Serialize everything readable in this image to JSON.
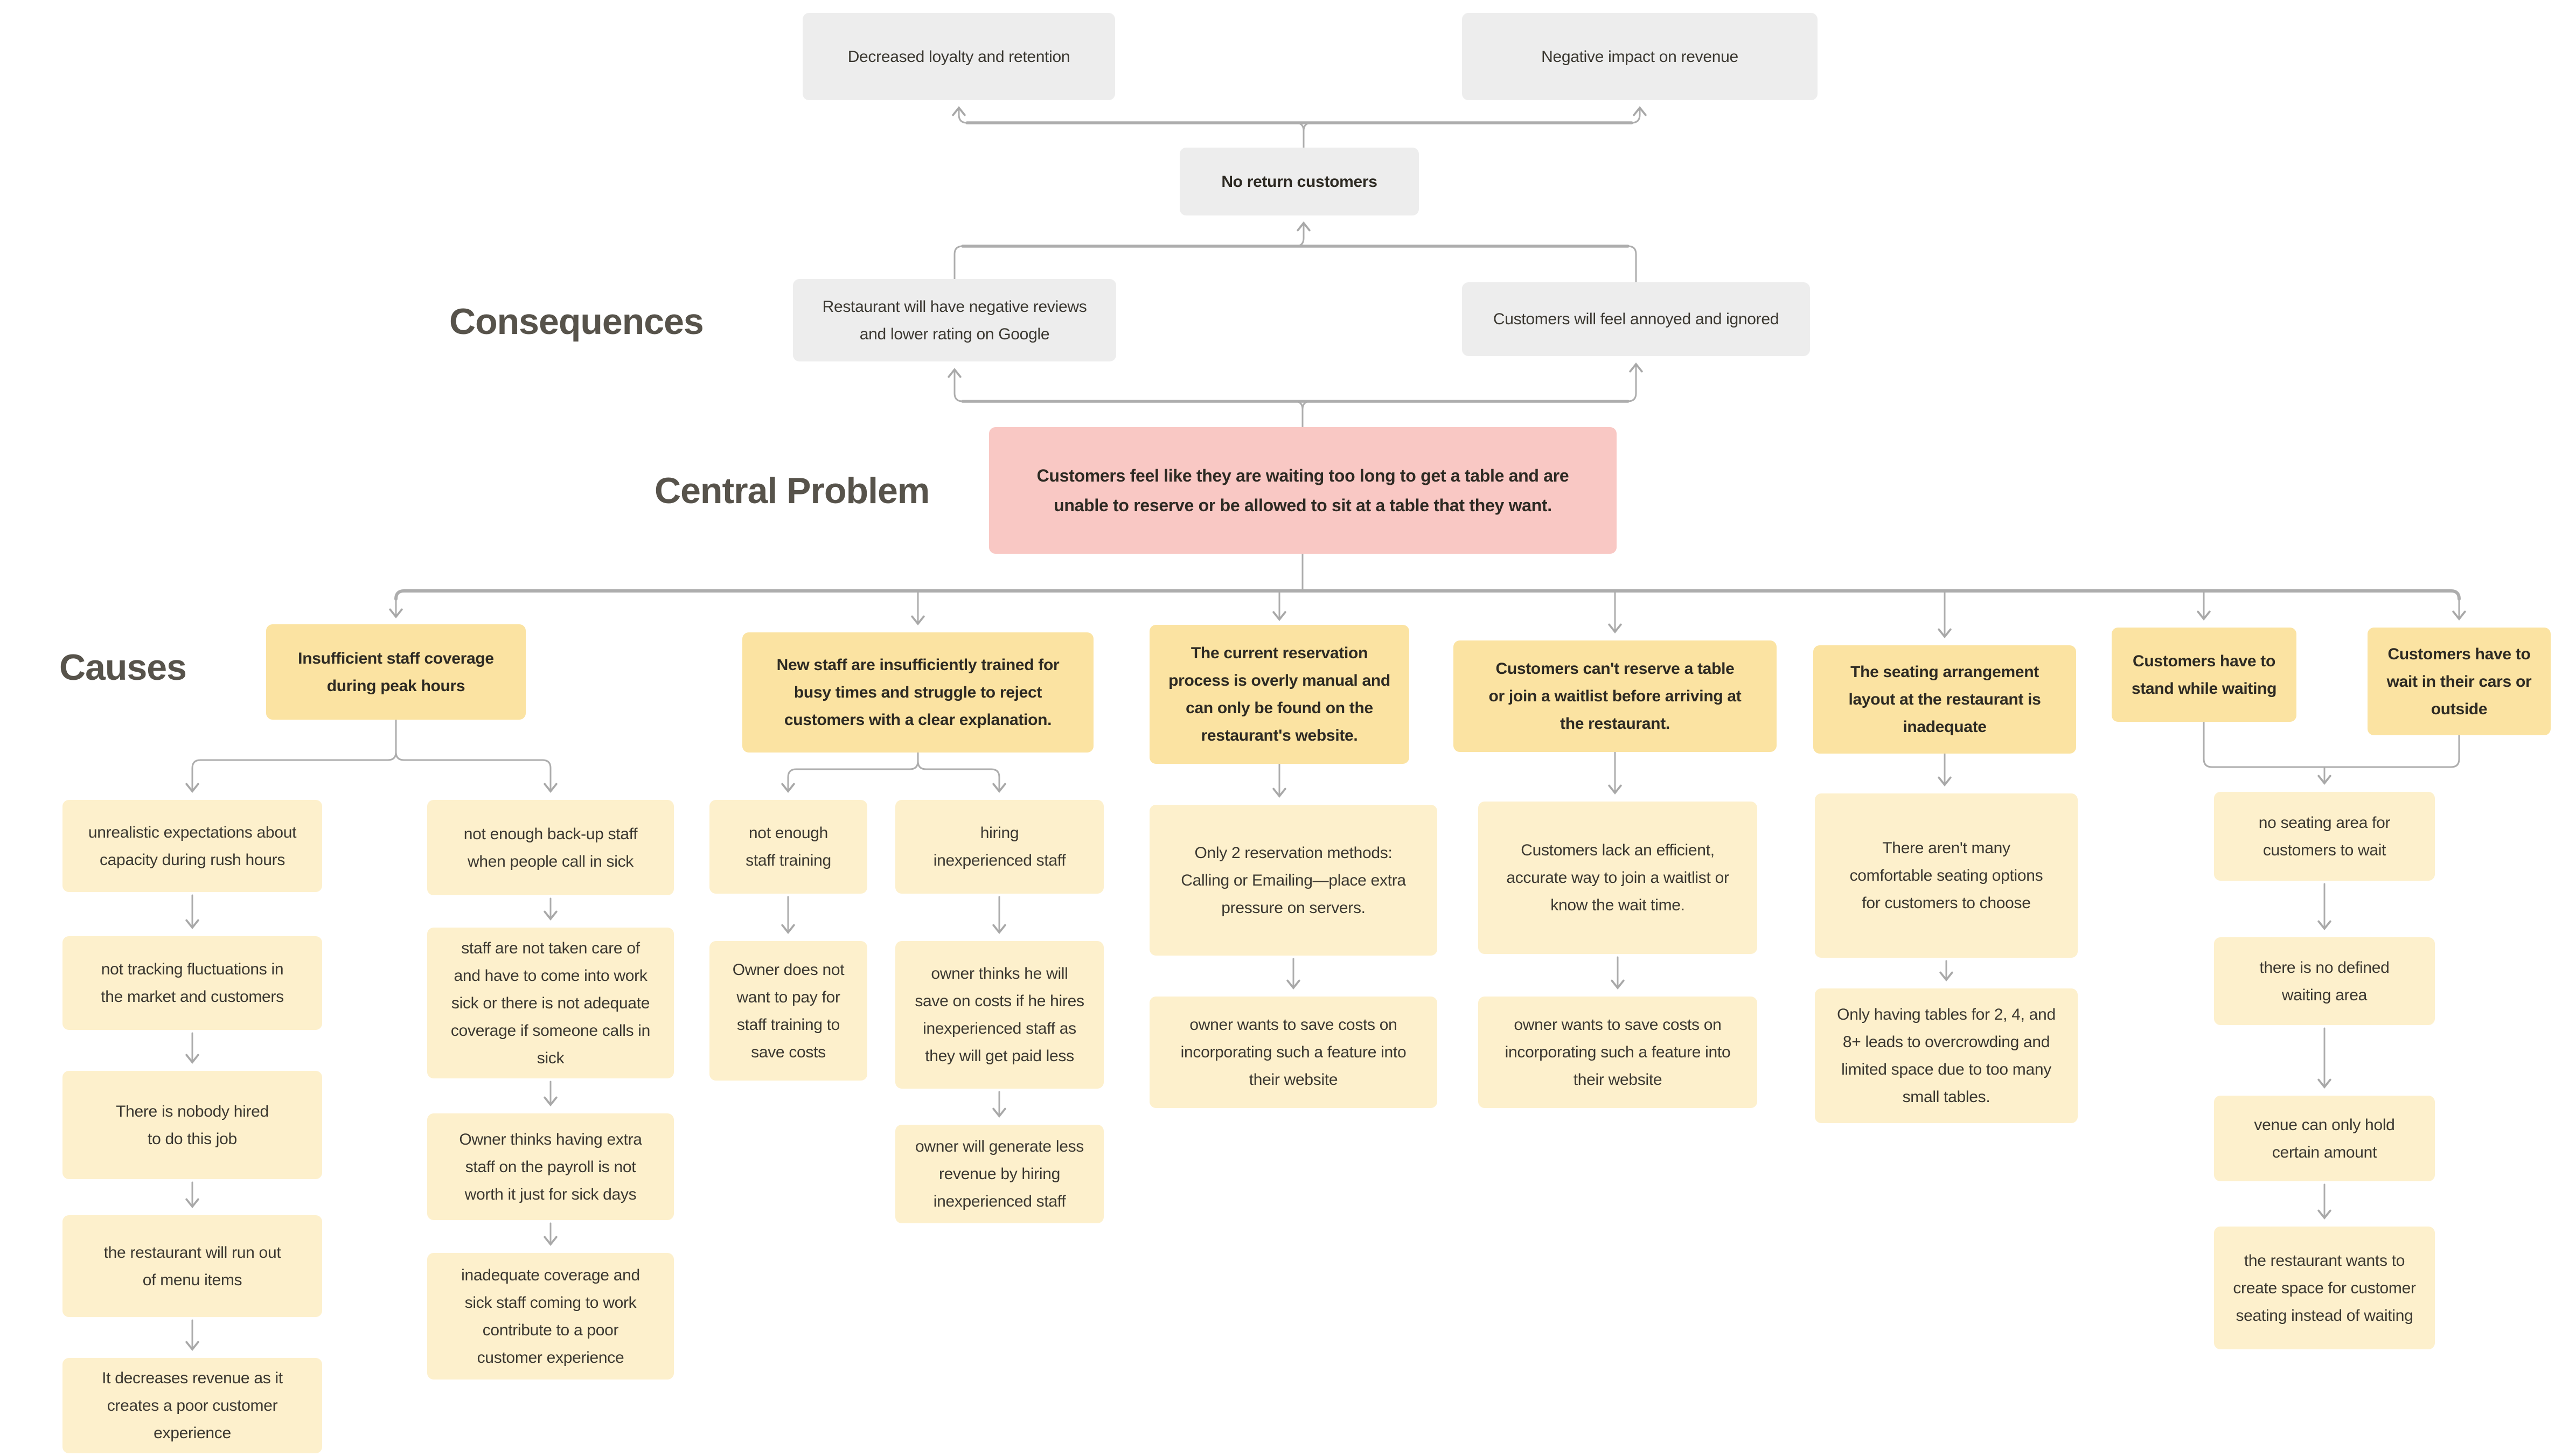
{
  "headings": {
    "consequences": "Consequences",
    "central_problem": "Central Problem",
    "causes": "Causes"
  },
  "colors": {
    "effect_box": "#ededed",
    "central_box": "#f9c8c4",
    "cause_header_box": "#fbe3a2",
    "cause_child_box": "#fdf0cc",
    "connector": "#adadad",
    "heading_text": "#57534b",
    "body_text": "#3b3831",
    "bold_text": "#2d2a23"
  },
  "nodes": {
    "effect_loyalty": "Decreased loyalty and retention",
    "effect_revenue": "Negative impact on revenue",
    "no_return": "No return customers",
    "cons_reviews": "Restaurant will have negative reviews\nand lower rating on Google",
    "cons_annoyed": "Customers will feel annoyed and ignored",
    "central": "Customers feel like they are waiting too long to get a table and are\nunable to reserve or be allowed to sit at a table that they want.",
    "h1": "Insufficient staff coverage\nduring peak hours",
    "h2": "New staff are insufficiently trained for\nbusy times and struggle to reject\ncustomers with a clear explanation.",
    "h3": "The current reservation\nprocess is overly manual and\ncan only be found on the\nrestaurant's website.",
    "h4": "Customers can't reserve a table\nor join a waitlist before arriving at\nthe restaurant.",
    "h5": "The seating arrangement\nlayout at the restaurant is\ninadequate",
    "h6": "Customers have to\nstand while waiting",
    "h7": "Customers have to\nwait in their cars or\noutside",
    "c1b1": "unrealistic expectations about\ncapacity during rush hours",
    "c1b2": "not tracking fluctuations in\nthe market and customers",
    "c1b3": "There is nobody hired\nto do this job",
    "c1b4": "the restaurant will run out\nof menu items",
    "c1b5": "It decreases revenue as it\ncreates a poor customer\nexperience",
    "c2b1": "not enough back-up staff\nwhen people call in sick",
    "c2b2": "staff are not taken care of\nand have to come into work\nsick or there is not adequate\ncoverage if someone calls in\nsick",
    "c2b3": "Owner thinks having extra\nstaff on the payroll is not\nworth it just for sick days",
    "c2b4": "inadequate coverage and\nsick staff coming to work\ncontribute to a poor\ncustomer experience",
    "c3a1": "not enough\nstaff training",
    "c3a2": "Owner does not\nwant to pay for\nstaff training to\nsave costs",
    "c3b1": "hiring\ninexperienced staff",
    "c3b2": "owner thinks he will\nsave on costs if he hires\ninexperienced staff as\nthey will get paid less",
    "c3b3": "owner will generate less\nrevenue by hiring\ninexperienced staff",
    "c4b1": "Only 2 reservation methods:\nCalling or Emailing—place extra\npressure on servers.",
    "c4b2": "owner wants to save costs on\nincorporating such a feature into\ntheir website",
    "c5b1": "Customers lack an efficient,\naccurate way to join a waitlist or\nknow the wait time.",
    "c5b2": "owner wants to save costs on\nincorporating such a feature into\ntheir website",
    "c6b1": "There aren't many\ncomfortable seating options\nfor customers to choose",
    "c6b2": "Only having tables for 2, 4, and\n8+ leads to overcrowding and\nlimited space due to too many\nsmall tables.",
    "c7b1": "no seating area for\ncustomers to wait",
    "c7b2": "there is no defined\nwaiting area",
    "c7b3": "venue can only hold\ncertain amount",
    "c7b4": "the restaurant wants to\ncreate space for customer\nseating instead of waiting"
  }
}
